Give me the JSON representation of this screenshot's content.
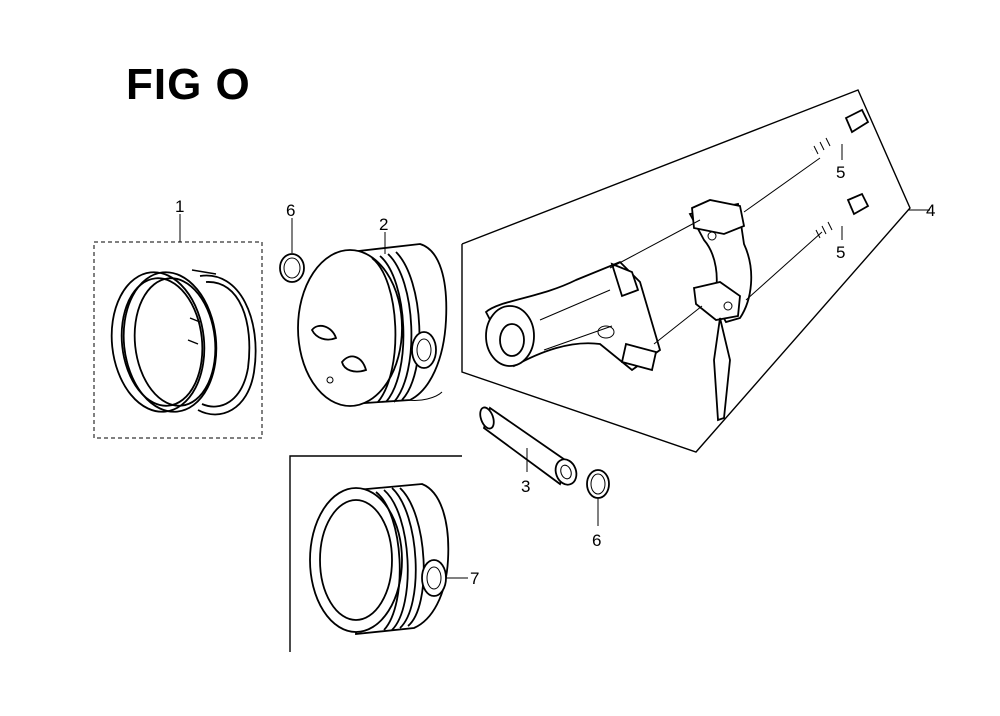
{
  "figure": {
    "title": "FIG O"
  },
  "callouts": {
    "piston_ring_set": "1",
    "piston": "2",
    "piston_pin": "3",
    "connecting_rod_assembly": "4",
    "rod_bolt_upper": "5",
    "rod_bolt_lower": "5",
    "pin_clip_left": "6",
    "pin_clip_right": "6",
    "piston_alt": "7"
  }
}
